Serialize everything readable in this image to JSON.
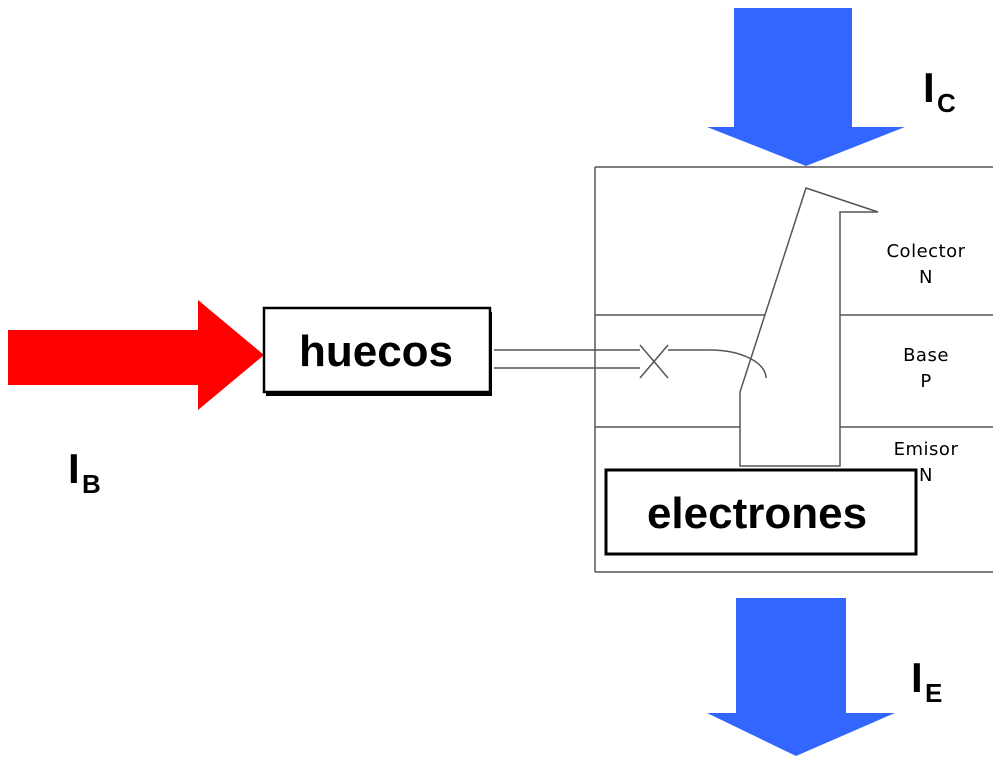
{
  "regions": {
    "collector": {
      "name": "Colector",
      "type": "N"
    },
    "base": {
      "name": "Base",
      "type": "P"
    },
    "emitter": {
      "name": "Emisor",
      "type": "N"
    }
  },
  "carriers": {
    "holes": "huecos",
    "electrons": "electrones"
  },
  "currents": {
    "base": {
      "letter": "I",
      "sub": "B"
    },
    "collector": {
      "letter": "I",
      "sub": "C"
    },
    "emitter": {
      "letter": "I",
      "sub": "E"
    }
  },
  "colors": {
    "base_current_arrow": "#ff0000",
    "collector_current_arrow": "#3366ff",
    "emitter_current_arrow": "#3366ff",
    "outline": "#555555"
  }
}
